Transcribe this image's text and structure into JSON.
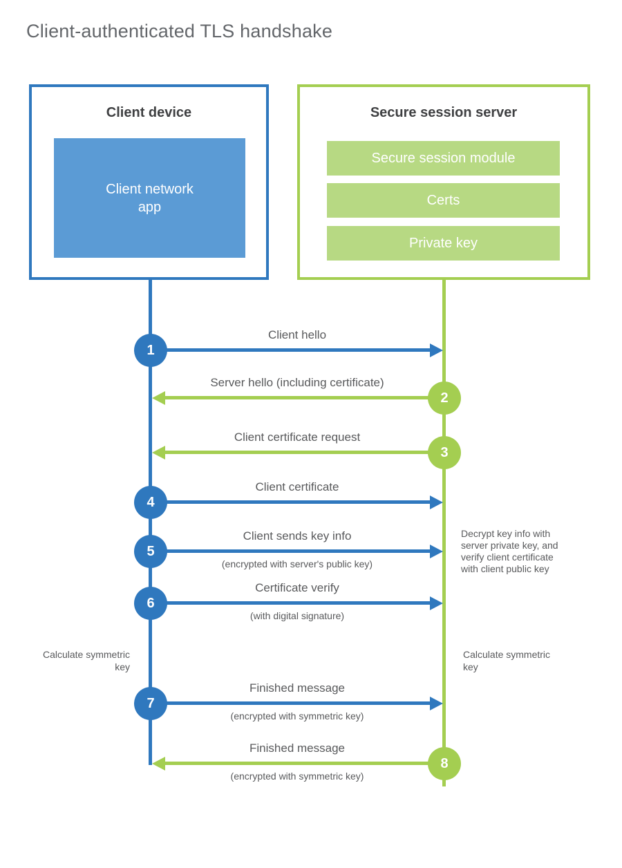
{
  "title": "Client-authenticated TLS handshake",
  "colors": {
    "blue": "#2f78be",
    "blue_fill": "#5b9bd5",
    "green": "#a4ce51",
    "green_fill": "#b7d983",
    "text_gray": "#58595b",
    "text_dark": "#3f4042"
  },
  "client_box": {
    "title": "Client device",
    "app_label": "Client network app"
  },
  "server_box": {
    "title": "Secure session server",
    "modules": [
      "Secure session module",
      "Certs",
      "Private key"
    ]
  },
  "steps": [
    {
      "number": "1",
      "label": "Client hello",
      "from": "client",
      "to": "server"
    },
    {
      "number": "2",
      "label": "Server hello (including certificate)",
      "from": "server",
      "to": "client"
    },
    {
      "number": "3",
      "label": "Client certificate request",
      "from": "server",
      "to": "client"
    },
    {
      "number": "4",
      "label": "Client certificate",
      "from": "client",
      "to": "server"
    },
    {
      "number": "5",
      "label": "Client sends key info",
      "sub": "(encrypted with server's public key)",
      "from": "client",
      "to": "server"
    },
    {
      "number": "6",
      "label": "Certificate verify",
      "sub": "(with digital signature)",
      "from": "client",
      "to": "server"
    },
    {
      "number": "7",
      "label": "Finished message",
      "sub": "(encrypted with symmetric key)",
      "from": "client",
      "to": "server"
    },
    {
      "number": "8",
      "label": "Finished message",
      "sub": "(encrypted with symmetric key)",
      "from": "server",
      "to": "client"
    }
  ],
  "annotations": {
    "server_decrypt": "Decrypt key info with server private key, and verify client certificate with client public key",
    "client_calculate": "Calculate symmetric key",
    "server_calculate": "Calculate symmetric key"
  }
}
